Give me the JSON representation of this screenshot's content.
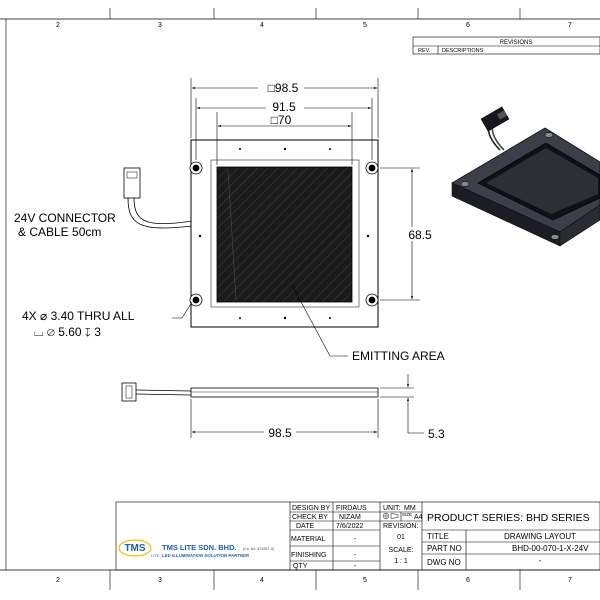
{
  "border": {
    "zones_top": [
      "2",
      "3",
      "4",
      "5",
      "6",
      "7"
    ],
    "zones_bottom": [
      "2",
      "3",
      "4",
      "5",
      "6",
      "7"
    ]
  },
  "revisions": {
    "title": "REVISIONS",
    "col_rev": "REV.",
    "col_desc": "DESCRIPTIONS"
  },
  "dimensions": {
    "overall_square": "□98.5",
    "hole_spacing": "91.5",
    "emitting_square": "□70",
    "vertical_spacing": "68.5",
    "side_length": "98.5",
    "thickness": "5.3"
  },
  "notes": {
    "connector_line1": "24V CONNECTOR",
    "connector_line2": "& CABLE 50cm",
    "holes_line1": "4X ⌀ 3.40 THRU ALL",
    "holes_line2": "⌴ ⌀ 5.60 ↧ 3",
    "emitting": "EMITTING AREA"
  },
  "title_block": {
    "design_by_label": "DESIGN BY",
    "design_by_value": "FIRDAUS",
    "check_by_label": "CHECK BY",
    "check_by_value": "NIZAM",
    "date_label": "DATE",
    "date_value": "7/6/2022",
    "material_label": "MATERIAL",
    "material_value": "-",
    "finishing_label": "FINISHING",
    "finishing_value": "-",
    "qty_label": "QTY",
    "qty_value": "-",
    "unit_label": "UNIT:",
    "unit_value": "MM",
    "size_label": "SIZE",
    "size_value": "A4",
    "revision_label": "REVISION:",
    "revision_value": "01",
    "scale_label": "SCALE:",
    "scale_value": "1 : 1",
    "product_series": "PRODUCT SERIES: BHD SERIES",
    "title_label": "TITLE",
    "title_value": "DRAWING LAYOUT",
    "part_no_label": "PART NO",
    "part_no_value": "BHD-00-070-1-X-24V",
    "dwg_no_label": "DWG NO",
    "dwg_no_value": "-"
  },
  "company": {
    "logo_text": "TMS",
    "logo_sub": "LITE",
    "name": "TMS LITE SDN. BHD.",
    "reg": "(Co. No. 871957-U)",
    "tagline": "LED ILLUMINATION SOLUTION PARTNER"
  },
  "colors": {
    "panel_dark": "#1a1a1a",
    "plate_3d": "#3c3e4a",
    "logo_blue": "#1f5fa8",
    "logo_yellow": "#f2c200"
  }
}
